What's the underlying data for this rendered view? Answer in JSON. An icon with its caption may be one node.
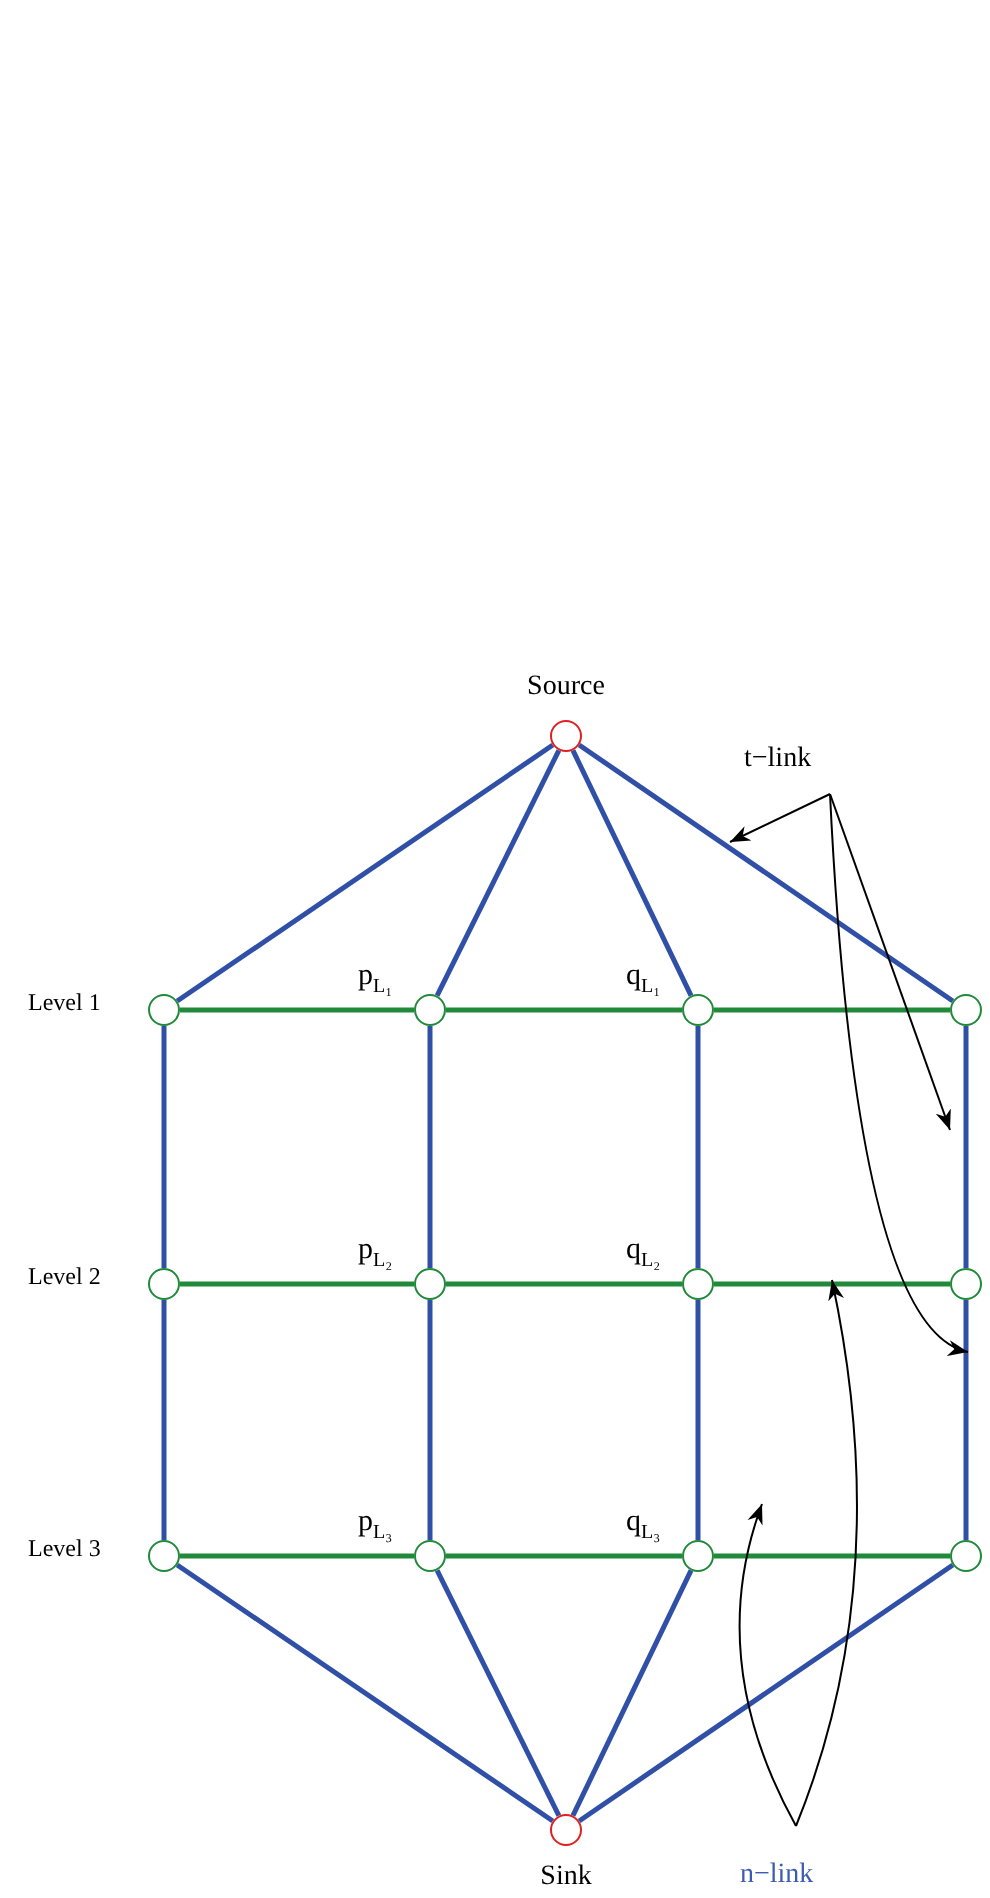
{
  "diagram": {
    "nodes": [
      {
        "text": [
          "Source"
        ]
      },
      {
        "text": [],
        "shape": "circle",
        "beside": [
          "Level 1"
        ]
      },
      {
        "text": [],
        "shape": "circle",
        "beside": [
          "p$_{L₁}$"
        ]
      },
      {
        "text": [],
        "shape": "circle",
        "beside": [
          "q$_{L₁}$"
        ]
      },
      {
        "text": [],
        "shape": "circle"
      },
      {
        "text": [],
        "shape": "circle",
        "beside": [
          "Level 2"
        ]
      },
      {
        "text": [],
        "shape": "circle",
        "beside": [
          "p$_{L₂}$"
        ]
      },
      {
        "text": [],
        "shape": "circle",
        "beside": [
          "q$_{L₂}$"
        ]
      },
      {
        "text": [],
        "shape": "circle"
      },
      {
        "text": [],
        "shape": "circle",
        "beside": [
          "Level 3"
        ]
      },
      {
        "text": [],
        "shape": "circle",
        "beside": [
          "p$_{L₃}$"
        ]
      },
      {
        "text": [],
        "shape": "circle",
        "beside": [
          "q$_{L₃}$"
        ]
      },
      {
        "text": [],
        "shape": "circle"
      },
      {
        "text": [
          "Sink"
        ]
      },
      {
        "text": [
          "t−link"
        ]
      },
      {
        "text": [
          "n−link"
        ]
      }
    ],
    "edges": [
      {
        "from": 0,
        "to": 1,
        "arrow": "none"
      },
      {
        "from": 0,
        "to": 2,
        "arrow": "none"
      },
      {
        "from": 0,
        "to": 3,
        "arrow": "none"
      },
      {
        "from": 0,
        "to": 4,
        "arrow": "none"
      },
      {
        "from": 1,
        "to": 5,
        "arrow": "none"
      },
      {
        "from": 5,
        "to": 9,
        "arrow": "none"
      },
      {
        "from": 2,
        "to": 6,
        "arrow": "none"
      },
      {
        "from": 6,
        "to": 10,
        "arrow": "none"
      },
      {
        "from": 3,
        "to": 7,
        "arrow": "none"
      },
      {
        "from": 7,
        "to": 11,
        "arrow": "none"
      },
      {
        "from": 4,
        "to": 8,
        "arrow": "none"
      },
      {
        "from": 8,
        "to": 12,
        "arrow": "none"
      },
      {
        "from": 9,
        "to": 13,
        "arrow": "none"
      },
      {
        "from": 10,
        "to": 13,
        "arrow": "none"
      },
      {
        "from": 11,
        "to": 13,
        "arrow": "none"
      },
      {
        "from": 12,
        "to": 13,
        "arrow": "none"
      },
      {
        "from": 1,
        "to": 2,
        "arrow": "none",
        "color": "#208a3a"
      },
      {
        "from": 2,
        "to": 3,
        "arrow": "none",
        "color": "#208a3a"
      },
      {
        "from": 3,
        "to": 4,
        "arrow": "none",
        "color": "#208a3a"
      },
      {
        "from": 5,
        "to": 6,
        "arrow": "none",
        "color": "#208a3a"
      },
      {
        "from": 6,
        "to": 7,
        "arrow": "none",
        "color": "#208a3a"
      },
      {
        "from": 7,
        "to": 8,
        "arrow": "none",
        "color": "#208a3a"
      },
      {
        "from": 9,
        "to": 10,
        "arrow": "none",
        "color": "#208a3a"
      },
      {
        "from": 10,
        "to": 11,
        "arrow": "none",
        "color": "#208a3a"
      },
      {
        "from": 11,
        "to": 12,
        "arrow": "none",
        "color": "#208a3a"
      },
      {
        "from": 14,
        "to": null,
        "arrow": "to",
        "color": "#000000"
      },
      {
        "from": 14,
        "to": null,
        "arrow": "to",
        "color": "#000000"
      },
      {
        "from": 14,
        "to": null,
        "arrow": "to",
        "color": "#000000"
      },
      {
        "from": 15,
        "to": null,
        "arrow": "to",
        "color": "#000000"
      },
      {
        "from": 15,
        "to": null,
        "arrow": "to",
        "color": "#000000"
      }
    ]
  }
}
